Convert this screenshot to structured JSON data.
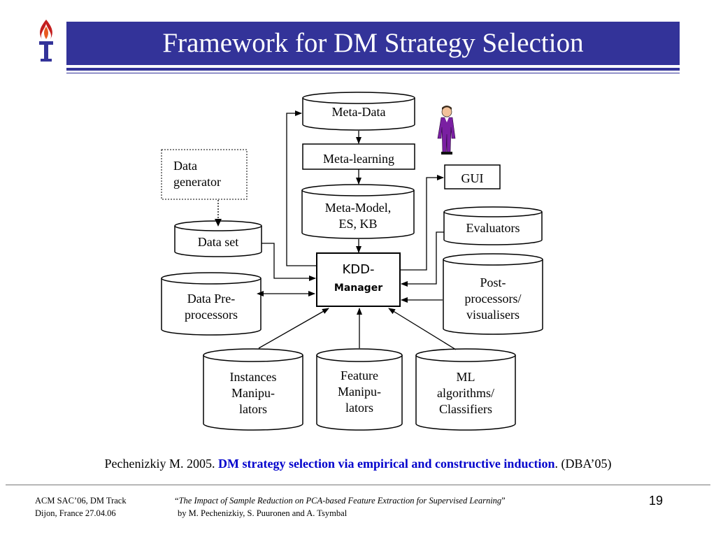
{
  "slide": {
    "title": "Framework for DM Strategy Selection"
  },
  "diagram": {
    "meta_data": "Meta-Data",
    "meta_learning": "Meta-learning",
    "meta_model_line1": "Meta-Model,",
    "meta_model_line2": "ES, KB",
    "gui": "GUI",
    "evaluators": "Evaluators",
    "data_generator_line1": "Data",
    "data_generator_line2": "generator",
    "data_set": "Data set",
    "kdd_line1": "KDD-",
    "kdd_line2": "Manager",
    "data_pre_line1": "Data Pre-",
    "data_pre_line2": "processors",
    "post_line1": "Post-",
    "post_line2": "processors/",
    "post_line3": "visualisers",
    "instances_line1": "Instances",
    "instances_line2": "Manipu-",
    "instances_line3": "lators",
    "feature_line1": "Feature",
    "feature_line2": "Manipu-",
    "feature_line3": "lators",
    "ml_line1": "ML",
    "ml_line2": "algorithms/",
    "ml_line3": "Classifiers"
  },
  "citation": {
    "prefix": "Pechenizkiy M. 2005.",
    "link": "DM strategy selection via empirical and constructive induction",
    "suffix": ". (DBA’05)"
  },
  "footer": {
    "conf_line1": "ACM SAC’06, DM Track",
    "conf_line2": "Dijon, France 27.04.06",
    "paper_open_quote": "“",
    "paper_title": "The Impact of Sample Reduction on PCA-based Feature Extraction for Supervised Learning",
    "paper_close_quote": "”",
    "authors": "by M. Pechenizkiy, S. Puuronen and A. Tsymbal",
    "page_number": "19"
  },
  "colors": {
    "title_bar": "#333399",
    "link": "#0000cc",
    "figure_suit": "#7a1fa2"
  }
}
